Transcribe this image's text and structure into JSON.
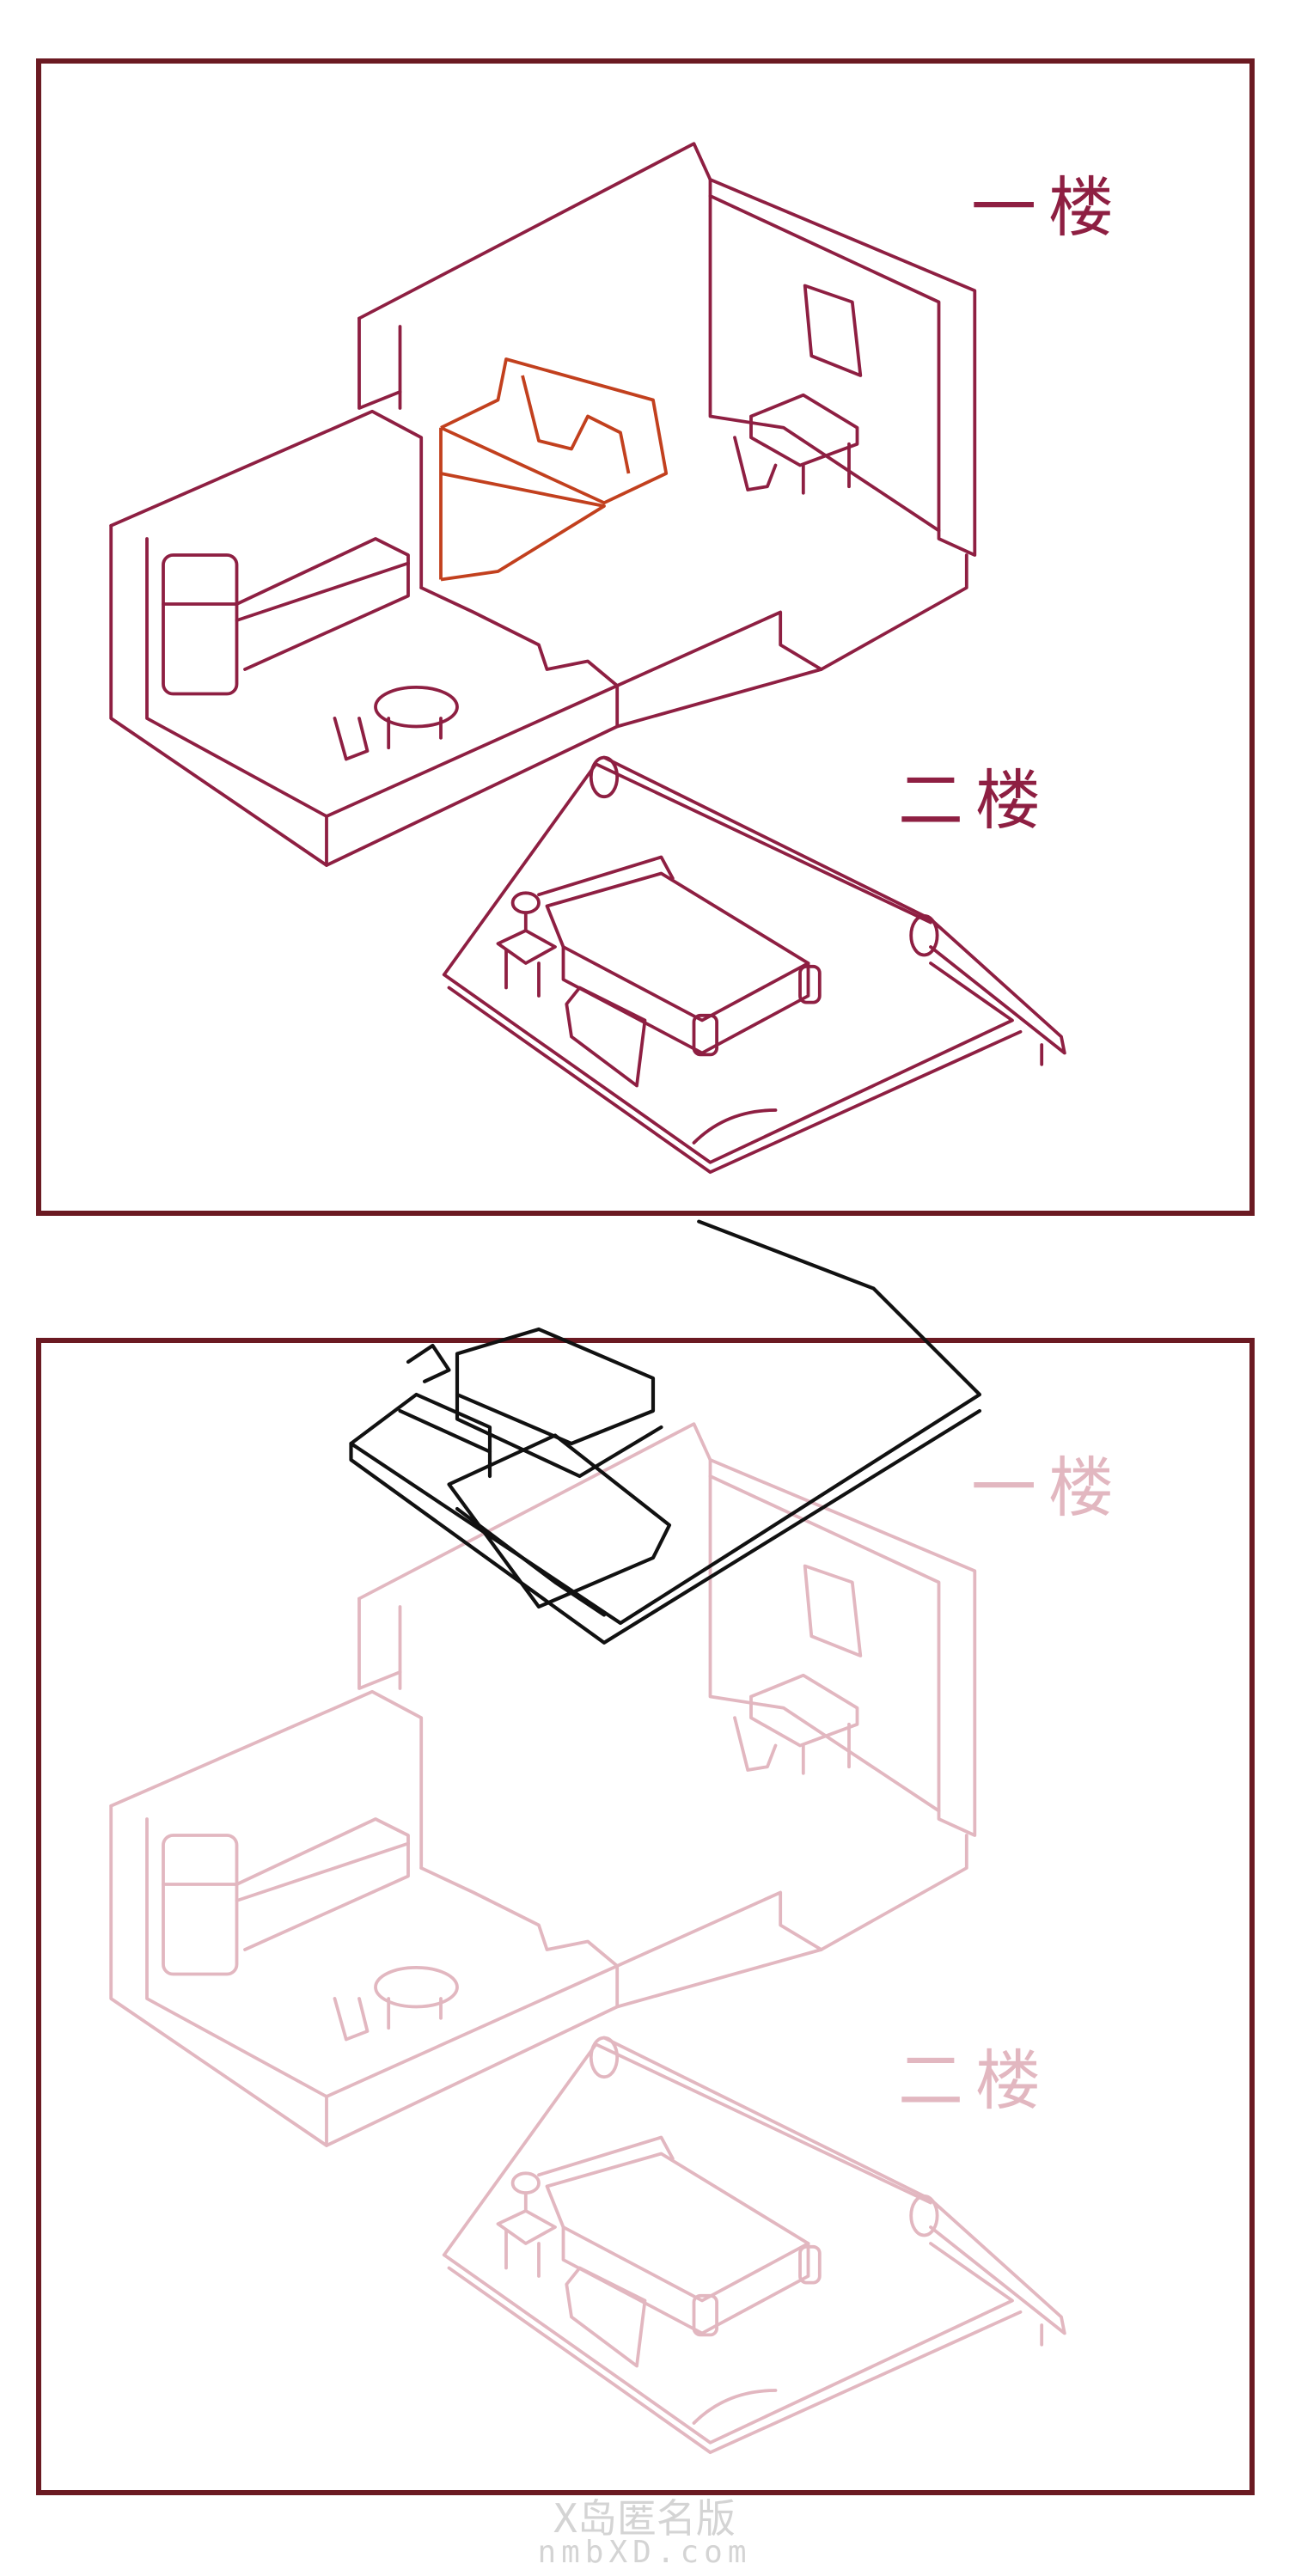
{
  "panels": [
    {
      "floor1_label": "一楼",
      "floor2_label": "二楼"
    },
    {
      "floor1_label": "一楼",
      "floor2_label": "二楼"
    }
  ],
  "watermark": {
    "line1": "X岛匿名版",
    "line2": "nmbXD.com"
  },
  "colors": {
    "frame": "#6b1a22",
    "sketch": "#8e1f42",
    "highlight": "#c2401e",
    "faded": "#e2b7c0",
    "ink": "#111111"
  }
}
